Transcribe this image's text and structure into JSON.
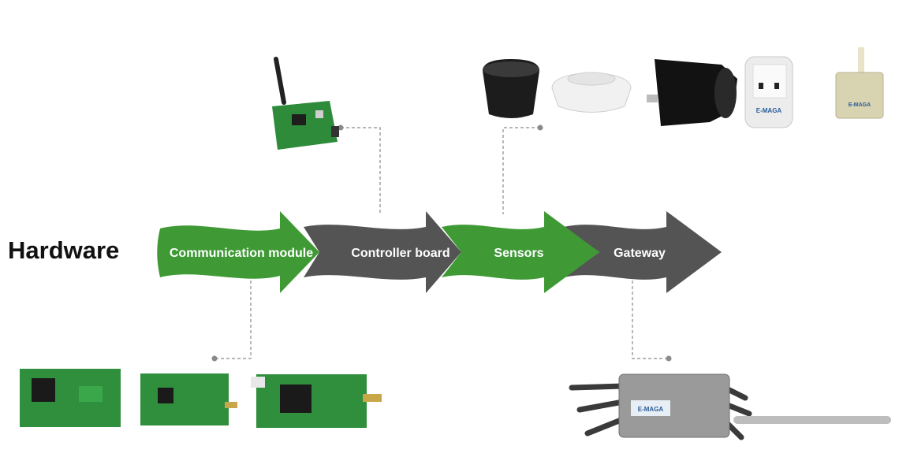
{
  "title": "Hardware",
  "steps": [
    {
      "label": "Communication module",
      "color": "#3f9a35"
    },
    {
      "label": "Controller board",
      "color": "#545454"
    },
    {
      "label": "Sensors",
      "color": "#3f9a35"
    },
    {
      "label": "Gateway",
      "color": "#545454"
    }
  ],
  "product_logo_text": "E-MAGA",
  "colors": {
    "green": "#3f9a35",
    "gray": "#545454",
    "connector": "#8a8a8a",
    "pcb": "#2e8b3a"
  }
}
